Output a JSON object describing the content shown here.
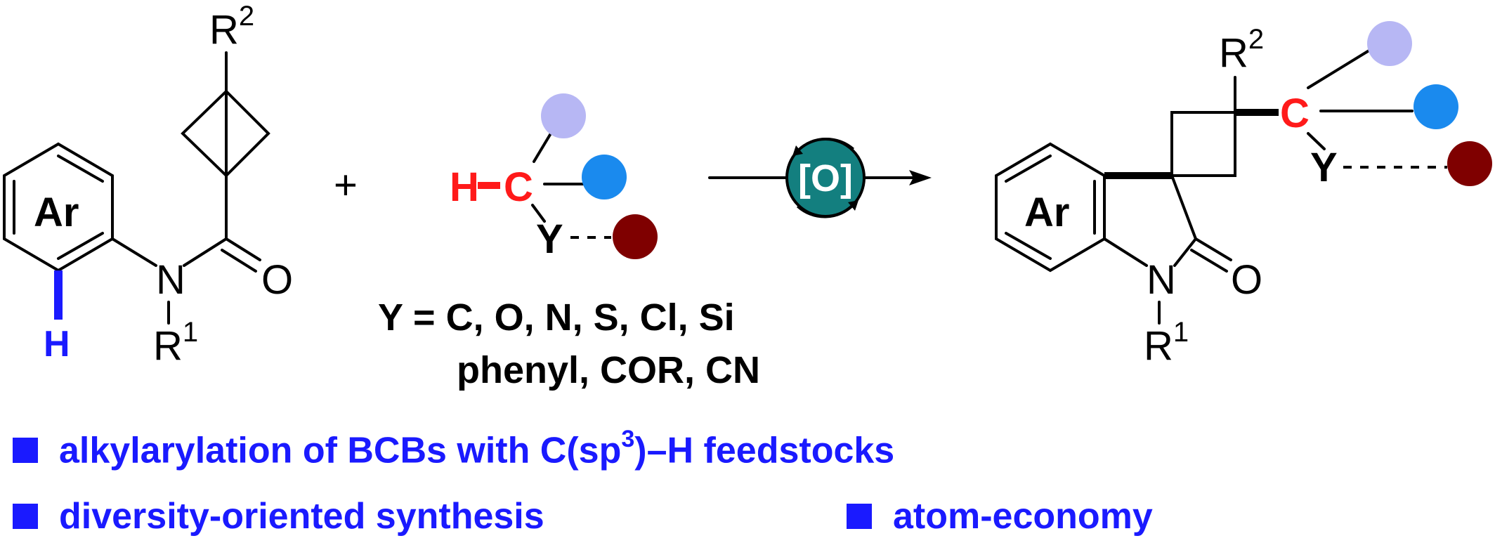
{
  "colors": {
    "accent_blue": "#1a1aff",
    "highlight_red": "#ff1a1a",
    "oxidant_teal": "#137f7f",
    "dot_lavender": "#b7b7f4",
    "dot_blue": "#1a8aee",
    "dot_maroon": "#7f0000"
  },
  "reactant1": {
    "ar": "Ar",
    "h": "H",
    "n": "N",
    "r1": "R",
    "r1_sup": "1",
    "r2": "R",
    "r2_sup": "2",
    "o": "O"
  },
  "plus": "+",
  "reactant2": {
    "h": "H",
    "c": "C",
    "y": "Y",
    "y_list_line1": "Y = C, O, N, S, Cl, Si",
    "y_list_line2": "phenyl, COR, CN"
  },
  "oxidant": "[O]",
  "product": {
    "ar": "Ar",
    "n": "N",
    "r1": "R",
    "r1_sup": "1",
    "r2": "R",
    "r2_sup": "2",
    "o": "O",
    "c": "C",
    "y": "Y"
  },
  "bullets": {
    "b1_pre": "alkylarylation of BCBs with C(sp",
    "b1_sup": "3",
    "b1_post": ")–H feedstocks",
    "b2": "diversity-oriented synthesis",
    "b3": "atom-economy"
  }
}
